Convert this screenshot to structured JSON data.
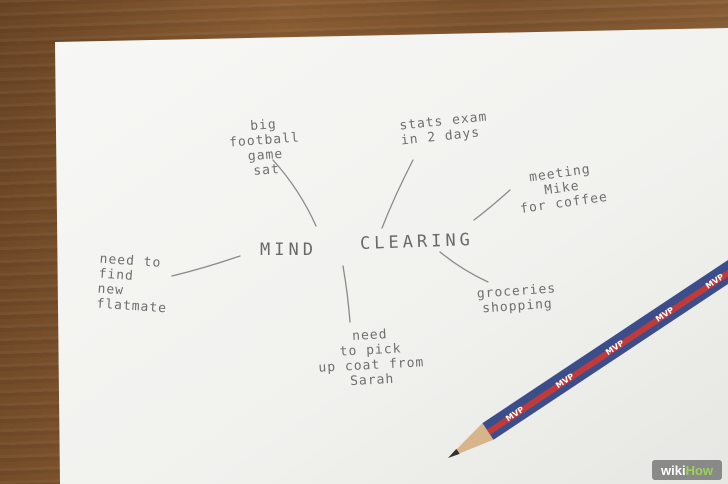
{
  "scene": {
    "colors": {
      "table": "#7b522c",
      "paper": "#f4f4f2",
      "pencil_body": "#3b4d8a",
      "pencil_stripe": "#c13a3a",
      "graphite": "#6f6f6f"
    }
  },
  "mindmap": {
    "center_left": "MIND",
    "center_right": "CLEARING",
    "branches": {
      "football": "big\nfootball\ngame\nsat",
      "stats": "stats exam\nin 2 days",
      "meeting": "meeting\nMike\nfor coffee",
      "flatmate": "need to\nfind\nnew\nflatmate",
      "groceries": "groceries\nshopping",
      "coat": "need\nto pick\nup coat from\nSarah"
    }
  },
  "pencil": {
    "print": "MVP"
  },
  "logo": {
    "wiki": "wiki",
    "how": "How"
  }
}
